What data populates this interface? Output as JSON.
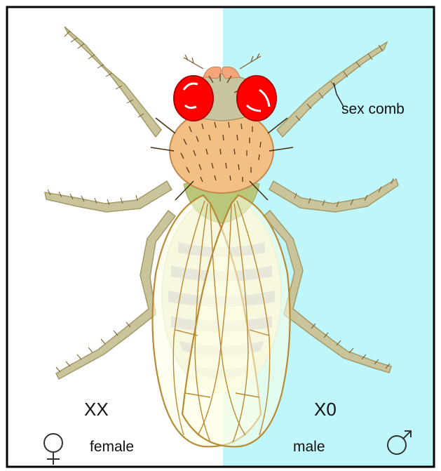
{
  "colors": {
    "female_background": "#ffffff",
    "male_background": "#bff6fa",
    "frame": "#000000",
    "eye": "#ff0000",
    "thorax": "#f2bf85",
    "legs": "#c9c49a",
    "wing_vein": "#b88a36",
    "abdomen_band": "#cccccc"
  },
  "labels": {
    "sex_comb": "sex comb",
    "genotype_female": "XX",
    "genotype_male": "X0",
    "female": "female",
    "male": "male"
  },
  "icons": {
    "female_symbol": "venus-symbol-icon",
    "male_symbol": "mars-symbol-icon"
  }
}
